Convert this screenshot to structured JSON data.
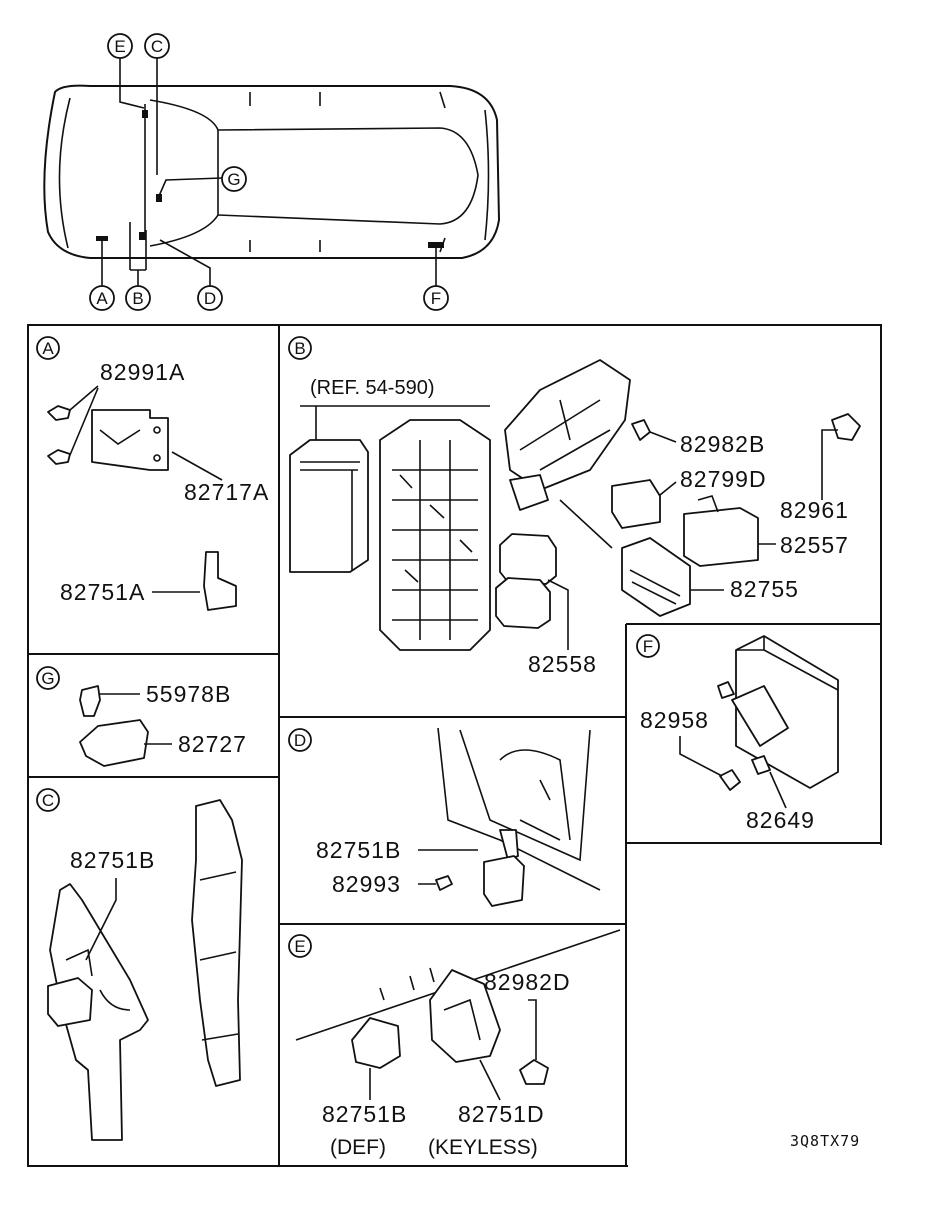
{
  "overview": {
    "callouts": [
      "E",
      "C",
      "G",
      "A",
      "B",
      "D",
      "F"
    ]
  },
  "panels": {
    "A": {
      "letter": "A",
      "parts": [
        "82991A",
        "82717A",
        "82751A"
      ]
    },
    "B": {
      "letter": "B",
      "ref": "(REF. 54-590)",
      "parts": [
        "82982B",
        "82799D",
        "82961",
        "82557",
        "82755",
        "82558"
      ]
    },
    "G": {
      "letter": "G",
      "parts": [
        "55978B",
        "82727"
      ]
    },
    "C": {
      "letter": "C",
      "parts": [
        "82751B"
      ]
    },
    "D": {
      "letter": "D",
      "parts": [
        "82751B",
        "82993"
      ]
    },
    "E": {
      "letter": "E",
      "parts": [
        "82982D",
        "82751B",
        "82751D"
      ],
      "notes": [
        "(DEF)",
        "(KEYLESS)"
      ]
    },
    "F": {
      "letter": "F",
      "parts": [
        "82958",
        "82649"
      ]
    }
  },
  "figure_code": "3Q8TX79"
}
